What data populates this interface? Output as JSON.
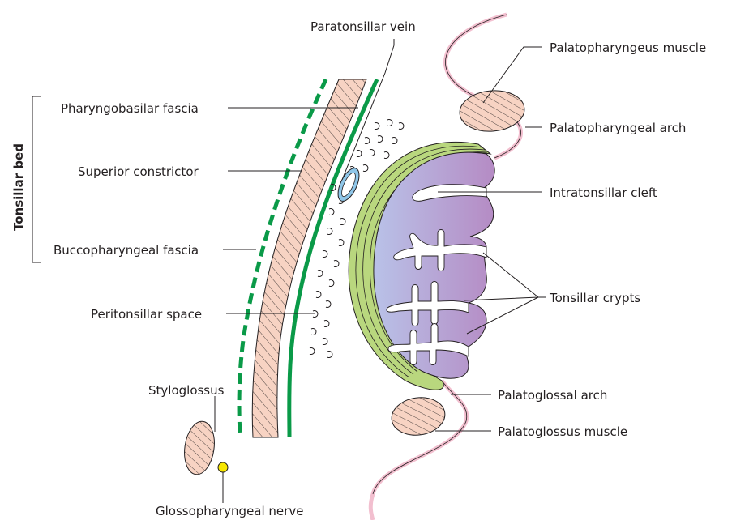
{
  "labels": {
    "paratonsillar_vein": "Paratonsillar vein",
    "pharyngobasilar_fascia": "Pharyngobasilar fascia",
    "superior_constrictor": "Superior constrictor",
    "buccopharyngeal_fascia": "Buccopharyngeal fascia",
    "peritonsillar_space": "Peritonsillar space",
    "styloglossus": "Styloglossus",
    "glossopharyngeal_nerve": "Glossopharyngeal nerve",
    "palatopharyngeus_muscle": "Palatopharyngeus muscle",
    "palatopharyngeal_arch": "Palatopharyngeal arch",
    "intratonsillar_cleft": "Intratonsillar cleft",
    "tonsillar_crypts": "Tonsillar crypts",
    "palatoglossal_arch": "Palatoglossal arch",
    "palatoglossus_muscle": "Palatoglossus muscle"
  },
  "group": {
    "tonsillar_bed": "Tonsillar bed"
  },
  "colors": {
    "fascia_green": "#0a9a48",
    "muscle_fill": "#f7d3c3",
    "muscle_stroke": "#231f20",
    "capsule_green": "#b9d77e",
    "tonsil_purple": "#b48dc7",
    "tonsil_blue": "#b7c0e6",
    "arch_pink": "#f2bfcf",
    "vein_blue": "#8fc6e8",
    "nerve_yellow": "#f7e700"
  }
}
